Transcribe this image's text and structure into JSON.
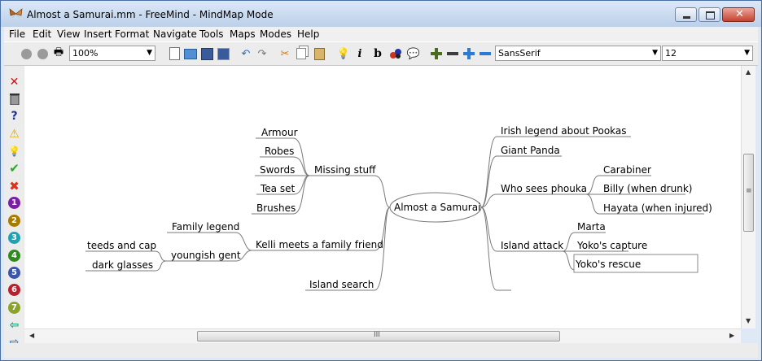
{
  "window": {
    "title": "Almost a Samurai.mm - FreeMind - MindMap Mode",
    "controls": {
      "minimize": "minimize-icon",
      "maximize": "maximize-icon",
      "close": "close-icon"
    }
  },
  "menu": [
    "File",
    "Edit",
    "View",
    "Insert",
    "Format",
    "Navigate",
    "Tools",
    "Maps",
    "Modes",
    "Help"
  ],
  "toolbar": {
    "zoom": "100%",
    "font_family": "SansSerif",
    "font_size": "12",
    "icons": [
      "back-icon",
      "forward-icon",
      "print-icon",
      "new-icon",
      "open-icon",
      "save-icon",
      "save-as-icon",
      "undo-icon",
      "redo-icon",
      "cut-icon",
      "copy-icon",
      "paste-icon",
      "idea-icon",
      "italic-icon",
      "bold-icon",
      "cloud-icon",
      "note-icon",
      "add-node-icon",
      "minus-icon",
      "plus-icon",
      "remove-icon"
    ],
    "italic_glyph": "i",
    "bold_glyph": "b"
  },
  "icon_panel": [
    "remove-icon",
    "trash-icon",
    "question-icon",
    "warning-icon",
    "idea-icon",
    "check-icon",
    "cancel-icon",
    "priority-1-icon",
    "priority-2-icon",
    "priority-3-icon",
    "priority-4-icon",
    "priority-5-icon",
    "priority-6-icon",
    "priority-7-icon",
    "back-icon",
    "forward-icon"
  ],
  "priority_labels": [
    "1",
    "2",
    "3",
    "4",
    "5",
    "6",
    "7"
  ],
  "mindmap": {
    "root": "Almost a Samurai",
    "left": {
      "missing_stuff": {
        "label": "Missing stuff",
        "children": [
          "Armour",
          "Robes",
          "Swords",
          "Tea set",
          "Brushes"
        ]
      },
      "kelli": {
        "label": "Kelli meets a family friend",
        "children": [
          "Family legend",
          "youngish gent"
        ]
      },
      "youngish_gent_children": [
        "teeds and cap",
        "dark glasses"
      ],
      "island_search": "Island search"
    },
    "right": {
      "irish": "Irish legend about Pookas",
      "giant_panda": "Giant Panda",
      "who_sees": {
        "label": "Who sees phouka",
        "children": [
          "Carabiner",
          "Billy (when drunk)",
          "Hayata (when injured)"
        ]
      },
      "island_attack": {
        "label": "Island attack",
        "children": [
          "Marta",
          "Yoko's capture",
          "Yoko's rescue"
        ]
      }
    }
  },
  "scroll": {
    "hthumb_label": "III",
    "vthumb_label": "≡"
  },
  "colors": {
    "edge": "#7a7a7a",
    "title_bg": "#c9daf0",
    "priority": [
      "#7b1fa2",
      "#a67c00",
      "#1ea3b3",
      "#2e8b1f",
      "#3b55a8",
      "#b8202e",
      "#8aa42a"
    ]
  }
}
